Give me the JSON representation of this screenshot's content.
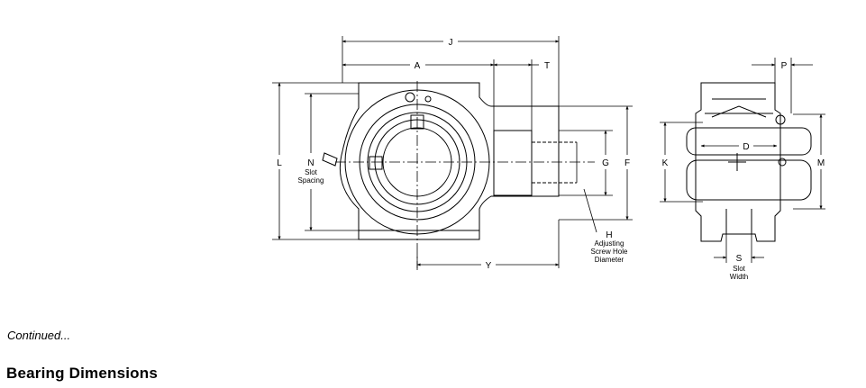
{
  "diagram": {
    "labels": {
      "J": "J",
      "A": "A",
      "T": "T",
      "P": "P",
      "L": "L",
      "N": "N",
      "G": "G",
      "F": "F",
      "K": "K",
      "M": "M",
      "D": "D",
      "H": "H",
      "Y": "Y",
      "S": "S"
    },
    "notes": {
      "slot_spacing_line1": "Slot",
      "slot_spacing_line2": "Spacing",
      "adjust_line1": "Adjusting",
      "adjust_line2": "Screw Hole",
      "adjust_line3": "Diameter",
      "slot_width_line1": "Slot",
      "slot_width_line2": "Width"
    }
  },
  "footer": {
    "continued": "Continued...",
    "heading": "Bearing Dimensions"
  }
}
